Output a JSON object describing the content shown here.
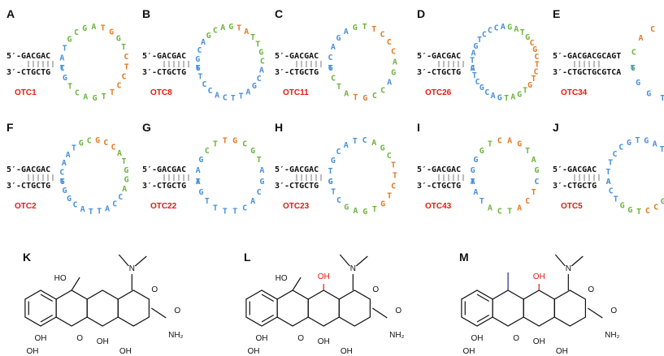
{
  "panels": [
    {
      "letter": "A",
      "label": "OTC1",
      "stem5": "5′-GACGAC",
      "stem3": "3′-CTGCTG",
      "loop": [
        "C",
        "A",
        "T",
        "G",
        "C",
        "G",
        "A",
        "T",
        "G",
        "G",
        "T",
        "C",
        "T",
        "C",
        "C",
        "T",
        "T",
        "G",
        "A",
        "C",
        "T",
        "G",
        "T"
      ],
      "colors": [
        "b",
        "b",
        "b",
        "g",
        "g",
        "g",
        "g",
        "o",
        "o",
        "g",
        "g",
        "o",
        "o",
        "o",
        "o",
        "o",
        "g",
        "g",
        "g",
        "g",
        "g",
        "b",
        "b"
      ]
    },
    {
      "letter": "B",
      "label": "OTC8",
      "stem5": "5′-GACGAC",
      "stem3": "3′-CTGCTG",
      "loop": [
        "G",
        "G",
        "C",
        "A",
        "G",
        "C",
        "A",
        "G",
        "T",
        "A",
        "T",
        "T",
        "G",
        "C",
        "A",
        "C",
        "G",
        "A",
        "T",
        "T",
        "C",
        "A",
        "C",
        "C",
        "T",
        "T"
      ],
      "colors": [
        "b",
        "b",
        "b",
        "b",
        "g",
        "g",
        "g",
        "g",
        "o",
        "o",
        "g",
        "g",
        "g",
        "g",
        "b",
        "b",
        "b",
        "b",
        "b",
        "b",
        "b",
        "b",
        "b",
        "b",
        "b",
        "b"
      ]
    },
    {
      "letter": "C",
      "label": "OTC11",
      "stem5": "5′-GACGAC",
      "stem3": "3′-CTGCTG",
      "loop": [
        "G",
        "C",
        "A",
        "G",
        "A",
        "G",
        "T",
        "T",
        "C",
        "C",
        "C",
        "A",
        "G",
        "A",
        "C",
        "C",
        "G",
        "T",
        "A",
        "T",
        "C",
        "T"
      ],
      "colors": [
        "b",
        "b",
        "b",
        "b",
        "b",
        "g",
        "g",
        "o",
        "o",
        "o",
        "o",
        "g",
        "g",
        "b",
        "g",
        "g",
        "o",
        "o",
        "g",
        "g",
        "g",
        "b"
      ]
    },
    {
      "letter": "D",
      "label": "OTC26",
      "stem5": "5′-GACGAC",
      "stem3": "3′-CTGCTG",
      "loop": [
        "A",
        "T",
        "A",
        "G",
        "T",
        "C",
        "C",
        "C",
        "A",
        "G",
        "A",
        "T",
        "G",
        "C",
        "G",
        "C",
        "T",
        "C",
        "T",
        "G",
        "T",
        "G",
        "A",
        "T",
        "G",
        "A",
        "C",
        "G",
        "C",
        "T",
        "C"
      ],
      "colors": [
        "b",
        "b",
        "b",
        "b",
        "b",
        "b",
        "b",
        "b",
        "b",
        "g",
        "g",
        "g",
        "g",
        "o",
        "o",
        "o",
        "o",
        "o",
        "o",
        "o",
        "g",
        "g",
        "g",
        "g",
        "b",
        "b",
        "b",
        "b",
        "b",
        "b",
        "b"
      ]
    },
    {
      "letter": "E",
      "label": "OTC34",
      "stem5": "5′-GACGACGCAGT",
      "stem3": "3′-CTGCTGCGTCA",
      "loop": [
        "G",
        "C",
        "A",
        "C",
        "T",
        "C",
        "A",
        "A",
        "C",
        "T",
        "T",
        "T",
        "G",
        "G",
        "T"
      ],
      "colors": [
        "g",
        "g",
        "o",
        "o",
        "o",
        "o",
        "g",
        "b",
        "b",
        "b",
        "b",
        "b",
        "b",
        "b",
        "b"
      ]
    },
    {
      "letter": "F",
      "label": "OTC2",
      "stem5": "5′-GACGAC",
      "stem3": "3′-CTGCTG",
      "loop": [
        "G",
        "C",
        "A",
        "A",
        "T",
        "G",
        "C",
        "G",
        "C",
        "C",
        "A",
        "T",
        "G",
        "G",
        "A",
        "C",
        "C",
        "A",
        "T",
        "T",
        "A",
        "C",
        "G",
        "G",
        "T"
      ],
      "colors": [
        "b",
        "b",
        "b",
        "b",
        "b",
        "g",
        "g",
        "o",
        "o",
        "o",
        "g",
        "g",
        "g",
        "g",
        "g",
        "b",
        "b",
        "b",
        "b",
        "b",
        "b",
        "b",
        "b",
        "b",
        "b"
      ]
    },
    {
      "letter": "G",
      "label": "OTC22",
      "stem5": "5′-GACGAC",
      "stem3": "3′-CTGCTG",
      "loop": [
        "A",
        "A",
        "G",
        "C",
        "T",
        "T",
        "G",
        "C",
        "G",
        "T",
        "A",
        "G",
        "C",
        "A",
        "C",
        "T",
        "T",
        "T",
        "T",
        "G",
        "T"
      ],
      "colors": [
        "b",
        "b",
        "b",
        "g",
        "g",
        "o",
        "o",
        "g",
        "g",
        "g",
        "b",
        "b",
        "b",
        "b",
        "b",
        "b",
        "b",
        "b",
        "b",
        "b",
        "b"
      ]
    },
    {
      "letter": "H",
      "label": "OTC23",
      "stem5": "5′-GACGAC",
      "stem3": "3′-CTGCTG",
      "loop": [
        "G",
        "T",
        "G",
        "C",
        "A",
        "T",
        "C",
        "A",
        "G",
        "C",
        "T",
        "T",
        "C",
        "T",
        "G",
        "T",
        "G",
        "A",
        "G",
        "C",
        "T",
        "G"
      ],
      "colors": [
        "b",
        "b",
        "b",
        "b",
        "b",
        "b",
        "b",
        "g",
        "g",
        "g",
        "o",
        "o",
        "o",
        "o",
        "o",
        "g",
        "g",
        "g",
        "g",
        "b",
        "b",
        "b"
      ]
    },
    {
      "letter": "I",
      "label": "OTC43",
      "stem5": "5′-GACGAC",
      "stem3": "3′-CTGCTG",
      "loop": [
        "T",
        "G",
        "G",
        "G",
        "T",
        "C",
        "A",
        "G",
        "T",
        "A",
        "G",
        "C",
        "T",
        "C",
        "A",
        "T",
        "C",
        "A",
        "T",
        "A",
        "A"
      ],
      "colors": [
        "b",
        "b",
        "b",
        "g",
        "g",
        "o",
        "o",
        "o",
        "g",
        "g",
        "g",
        "b",
        "o",
        "o",
        "o",
        "g",
        "g",
        "g",
        "b",
        "b",
        "b"
      ]
    },
    {
      "letter": "J",
      "label": "OTC5",
      "stem5": "5′-GACGAC",
      "stem3": "3′-CTGCTG",
      "loop": [
        "A",
        "T",
        "T",
        "C",
        "C",
        "G",
        "T",
        "G",
        "A",
        "T",
        "C",
        "G",
        "T",
        "T",
        "C",
        "G",
        "C",
        "C",
        "T",
        "G",
        "G",
        "T",
        "C",
        "A"
      ],
      "colors": [
        "b",
        "b",
        "b",
        "b",
        "b",
        "b",
        "b",
        "b",
        "b",
        "b",
        "b",
        "b",
        "b",
        "g",
        "g",
        "g",
        "o",
        "o",
        "g",
        "g",
        "g",
        "b",
        "b",
        "b"
      ]
    }
  ],
  "molecules": [
    {
      "letter": "K",
      "labels": {
        "oh_top": "HO",
        "oh_left": "OH",
        "oh_b1": "OH",
        "oh_b2": "OH",
        "oh_b3": "OH",
        "o_keto": "O",
        "o_top": "O",
        "amide": "NH₂",
        "n": "N"
      }
    },
    {
      "letter": "L",
      "labels": {
        "oh_top": "HO",
        "oh_red": "OH",
        "oh_left": "OH",
        "oh_b1": "OH",
        "oh_b2": "OH",
        "oh_b3": "OH",
        "o_keto": "O",
        "o_top": "O",
        "amide": "NH₂",
        "n": "N"
      }
    },
    {
      "letter": "M",
      "labels": {
        "oh_red": "OH",
        "oh_left": "OH",
        "oh_b1": "OH",
        "oh_b2": "OH",
        "oh_b3": "OH",
        "o_keto": "O",
        "o_top": "O",
        "amide": "NH₂",
        "n": "N"
      }
    }
  ],
  "colors": {
    "blue": "#4a90d9",
    "green": "#6db33f",
    "orange": "#e37b25",
    "red": "#e8180c",
    "navy": "#1f2a8a"
  }
}
